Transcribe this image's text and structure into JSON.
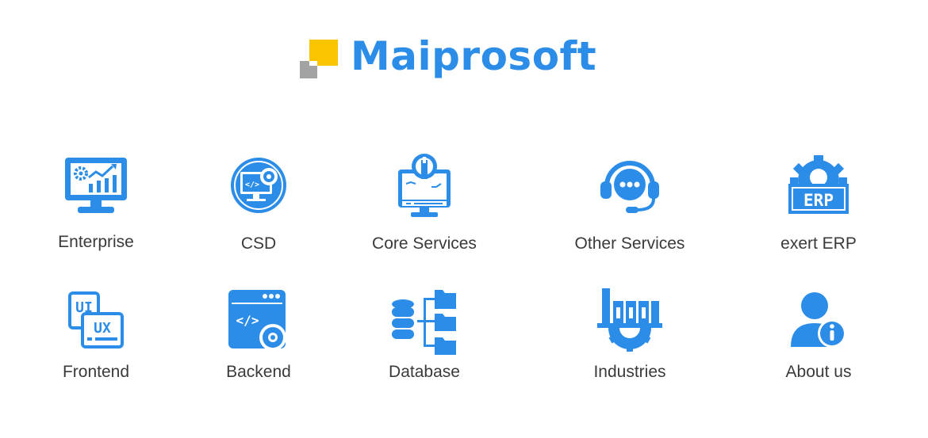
{
  "brand": {
    "name": "Maiprosoft",
    "primary_color": "#2b8de8",
    "accent_yellow": "#f9c400",
    "accent_gray": "#a3a3a3"
  },
  "menu": {
    "row1": [
      {
        "label": "Enterprise",
        "icon": "monitor-analytics-icon"
      },
      {
        "label": "CSD",
        "icon": "code-gear-circle-icon"
      },
      {
        "label": "Core Services",
        "icon": "wrench-monitor-icon"
      },
      {
        "label": "Other Services",
        "icon": "chat-headset-icon"
      },
      {
        "label": "exert ERP",
        "icon": "erp-gear-icon"
      }
    ],
    "row2": [
      {
        "label": "Frontend",
        "icon": "ui-ux-icon"
      },
      {
        "label": "Backend",
        "icon": "code-window-gear-icon"
      },
      {
        "label": "Database",
        "icon": "database-folders-icon"
      },
      {
        "label": "Industries",
        "icon": "factory-gear-icon"
      },
      {
        "label": "About us",
        "icon": "user-info-icon"
      }
    ]
  }
}
